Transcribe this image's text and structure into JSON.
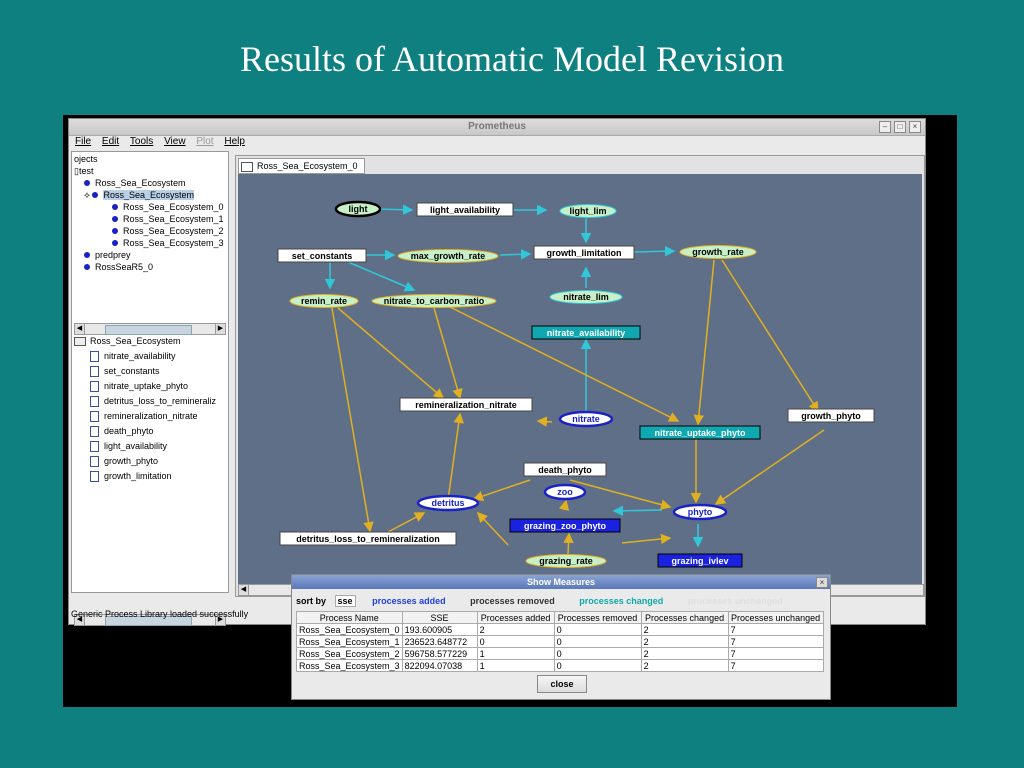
{
  "slide": {
    "title": "Results of Automatic Model Revision"
  },
  "window": {
    "title": "Prometheus"
  },
  "menu": [
    "File",
    "Edit",
    "Tools",
    "View",
    "Plot",
    "Help"
  ],
  "tree": {
    "root": "ojects",
    "test": "test",
    "items": [
      "Ross_Sea_Ecosystem",
      "Ross_Sea_Ecosystem",
      "Ross_Sea_Ecosystem_0",
      "Ross_Sea_Ecosystem_1",
      "Ross_Sea_Ecosystem_2",
      "Ross_Sea_Ecosystem_3",
      "predprey",
      "RossSeaR5_0"
    ]
  },
  "process_tree": {
    "root": "Ross_Sea_Ecosystem",
    "items": [
      "nitrate_availability",
      "set_constants",
      "nitrate_uptake_phyto",
      "detritus_loss_to_remineraliz",
      "remineralization_nitrate",
      "death_phyto",
      "light_availability",
      "growth_phyto",
      "growth_limitation"
    ]
  },
  "status": "Generic Process Library loaded successfully",
  "canvas": {
    "tab": "Ross_Sea_Ecosystem_0"
  },
  "graph_labels": {
    "light": "light",
    "light_availability": "light_availability",
    "light_lim": "light_lim",
    "set_constants": "set_constants",
    "max_growth_rate": "max_growth_rate",
    "growth_limitation": "growth_limitation",
    "growth_rate": "growth_rate",
    "remin_rate": "remin_rate",
    "nitrate_to_carbon_ratio": "nitrate_to_carbon_ratio",
    "nitrate_lim": "nitrate_lim",
    "nitrate_availability": "nitrate_availability",
    "remineralization_nitrate": "remineralization_nitrate",
    "nitrate": "nitrate",
    "nitrate_uptake_phyto": "nitrate_uptake_phyto",
    "growth_phyto": "growth_phyto",
    "death_phyto": "death_phyto",
    "zoo": "zoo",
    "detritus": "detritus",
    "grazing_zoo_phyto": "grazing_zoo_phyto",
    "phyto": "phyto",
    "detritus_loss_to_remineralization": "detritus_loss_to_remineralization",
    "grazing_rate": "grazing_rate",
    "grazing_ivlev": "grazing_ivlev"
  },
  "dialog": {
    "title": "Show Measures",
    "sort_by": "sort by",
    "sort_value": "sse",
    "filters": [
      {
        "label": "processes added",
        "color": "#2040e0"
      },
      {
        "label": "processes removed",
        "color": "#333333"
      },
      {
        "label": "processes changed",
        "color": "#10a8a8"
      },
      {
        "label": "processes unchanged",
        "color": "#e0e0e0"
      }
    ],
    "headers": [
      "Process Name",
      "SSE",
      "Processes added",
      "Processes removed",
      "Processes changed",
      "Processes unchanged"
    ],
    "rows": [
      [
        "Ross_Sea_Ecosystem_0",
        "193.600905",
        "2",
        "0",
        "2",
        "7"
      ],
      [
        "Ross_Sea_Ecosystem_1",
        "236523.648772",
        "0",
        "0",
        "2",
        "7"
      ],
      [
        "Ross_Sea_Ecosystem_2",
        "596758.577229",
        "1",
        "0",
        "2",
        "7"
      ],
      [
        "Ross_Sea_Ecosystem_3",
        "822094.07038",
        "1",
        "0",
        "2",
        "7"
      ]
    ],
    "close": "close"
  },
  "colors": {
    "background": "#0f8080",
    "graph_bg": "#5f6f87",
    "edge_cyan": "#30c8d8",
    "edge_yellow": "#e0b020"
  }
}
